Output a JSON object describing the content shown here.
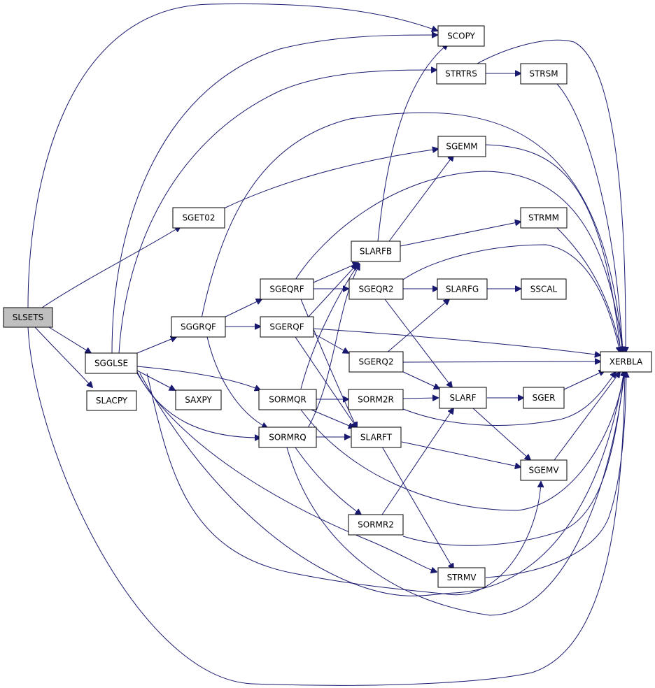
{
  "colors": {
    "edge": "#191970",
    "root_fill": "#bfbfbf",
    "node_fill": "#ffffff",
    "node_border": "#000000"
  },
  "nodes": {
    "SLSETS": "SLSETS",
    "SGGLSE": "SGGLSE",
    "SLACPY": "SLACPY",
    "SGET02": "SGET02",
    "SGGRQF": "SGGRQF",
    "SAXPY": "SAXPY",
    "SGEQRF": "SGEQRF",
    "SGERQF": "SGERQF",
    "SORMQR": "SORMQR",
    "SORMRQ": "SORMRQ",
    "SLARFB": "SLARFB",
    "SGEQR2": "SGEQR2",
    "SGERQ2": "SGERQ2",
    "SORM2R": "SORM2R",
    "SLARFT": "SLARFT",
    "SORMR2": "SORMR2",
    "SCOPY": "SCOPY",
    "STRTRS": "STRTRS",
    "SGEMM": "SGEMM",
    "SLARFG": "SLARFG",
    "SLARF": "SLARF",
    "STRMV": "STRMV",
    "STRSM": "STRSM",
    "STRMM": "STRMM",
    "SSCAL": "SSCAL",
    "SGER": "SGER",
    "SGEMV": "SGEMV",
    "XERBLA": "XERBLA"
  }
}
